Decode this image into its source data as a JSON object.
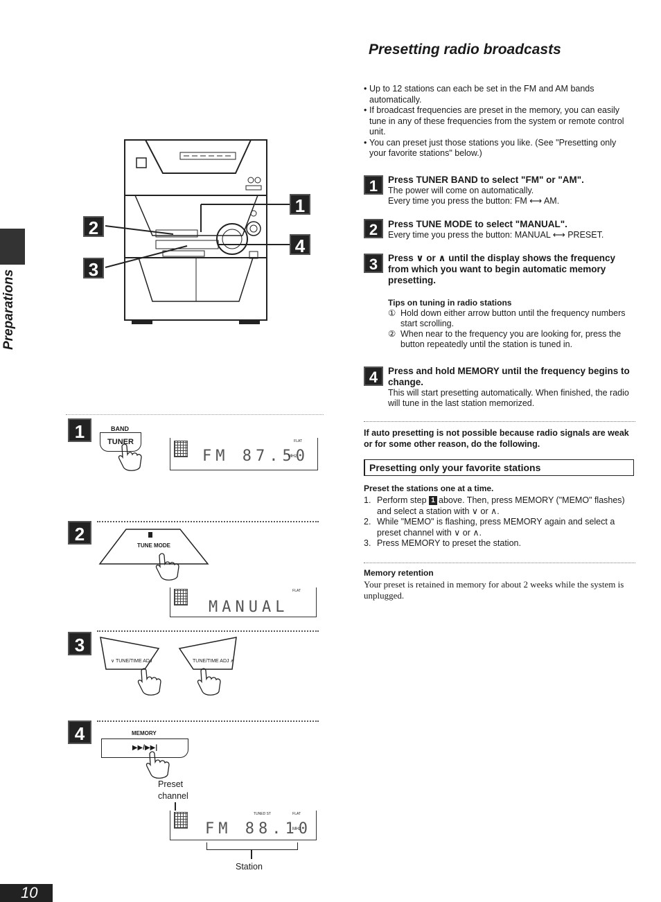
{
  "page": {
    "number": "10",
    "side_label": "Preparations"
  },
  "title": "Presetting radio broadcasts",
  "intro_bullets": [
    "Up to 12 stations can each be set in the FM and AM bands automatically.",
    "If broadcast frequencies are preset in the memory, you can easily tune in any of these frequencies from the system or remote control unit.",
    "You can preset just those stations you like. (See \"Presetting only your favorite stations\" below.)"
  ],
  "steps": [
    {
      "number": "1",
      "title": "Press TUNER BAND to select \"FM\" or \"AM\".",
      "lines": [
        "The power will come on automatically.",
        "Every time you press the button: FM ⟷ AM."
      ]
    },
    {
      "number": "2",
      "title": "Press TUNE MODE to select \"MANUAL\".",
      "lines": [
        "Every time you press the button: MANUAL ⟷ PRESET."
      ]
    },
    {
      "number": "3",
      "title": "Press ∨ or ∧ until the display shows the frequency from which you want to begin automatic memory presetting.",
      "lines": []
    },
    {
      "number": "4",
      "title": "Press and hold MEMORY until the frequency begins to change.",
      "lines": [
        "This will start presetting automatically. When finished, the radio will tune in the last station memorized."
      ]
    }
  ],
  "tips": {
    "heading": "Tips on tuning in radio stations",
    "items": [
      {
        "marker": "①",
        "text": "Hold down either arrow button until the frequency numbers start scrolling."
      },
      {
        "marker": "②",
        "text": "When near to the frequency you are looking for, press the button repeatedly until the station is tuned in."
      }
    ]
  },
  "auto_note": "If auto presetting is not possible because radio signals are weak or for some other reason, do the following.",
  "favorites": {
    "heading": "Presetting only your favorite stations",
    "subheading": "Preset the stations one at a time.",
    "items": [
      {
        "n": "1.",
        "before": "Perform step ",
        "step_ref": "1",
        "after": "above. Then, press MEMORY (\"MEMO\" flashes) and select a station with ∨ or ∧."
      },
      {
        "n": "2.",
        "text": "While \"MEMO\" is flashing, press MEMORY again and select a preset channel with ∨ or ∧."
      },
      {
        "n": "3.",
        "text": "Press MEMORY to preset the station."
      }
    ]
  },
  "memory": {
    "heading": "Memory retention",
    "text": "Your preset is retained in memory for about 2 weeks while the system is unplugged."
  },
  "figure": {
    "callouts": [
      "2",
      "3",
      "1",
      "4"
    ],
    "panel1": {
      "step": "1",
      "button_top": "BAND",
      "button": "TUNER",
      "lcd_flag": "FLAT",
      "lcd_text": "FM  87.50",
      "lcd_unit": "MHz"
    },
    "panel2": {
      "step": "2",
      "button": "TUNE MODE",
      "lcd_flag": "FLAT",
      "lcd_text": "MANUAL"
    },
    "panel3": {
      "step": "3",
      "left_button": "∨ TUNE/TIME ADJ",
      "right_button": "TUNE/TIME ADJ ∧"
    },
    "panel4": {
      "step": "4",
      "button_top": "MEMORY",
      "button": "▶▶/▶▶|",
      "preset_label": "Preset channel",
      "lcd_tuned": "TUNED  ST",
      "lcd_flag": "FLAT",
      "lcd_text": "FM  88.10",
      "lcd_unit": "MHz",
      "station_label": "Station"
    }
  }
}
